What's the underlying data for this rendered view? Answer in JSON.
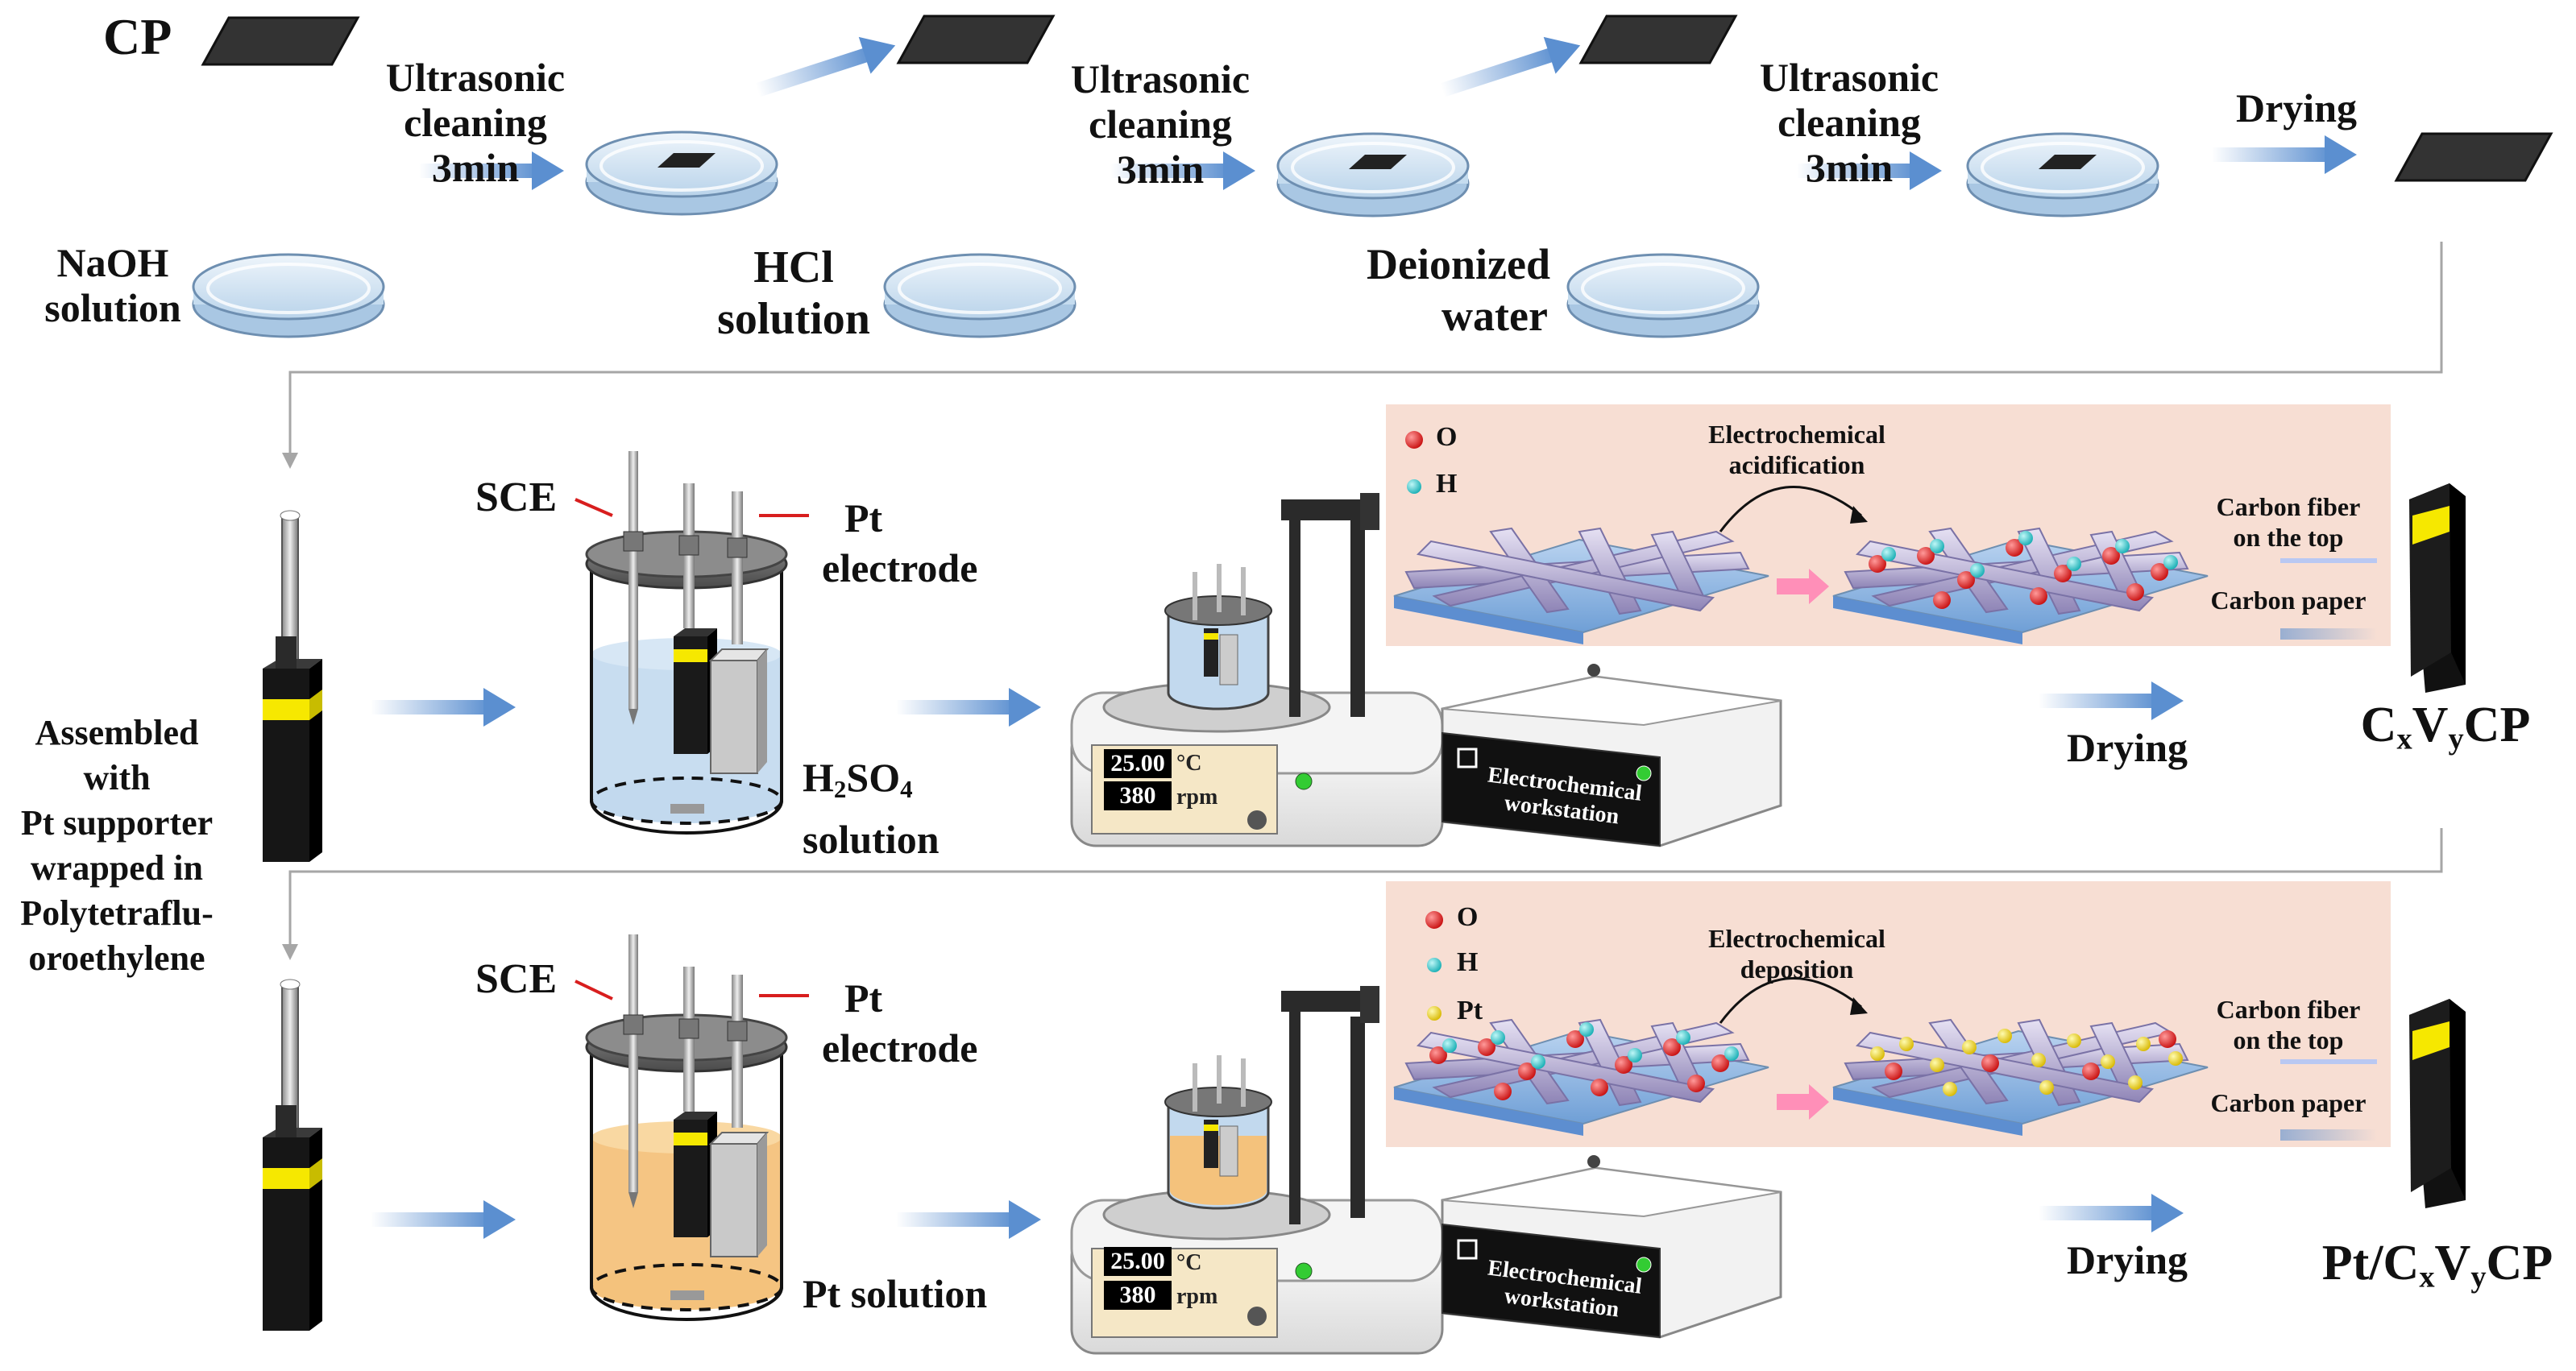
{
  "top": {
    "cp": "CP",
    "step1": [
      "Ultrasonic",
      "cleaning",
      "3min"
    ],
    "step2": [
      "Ultrasonic",
      "cleaning",
      "3min"
    ],
    "step3": [
      "Ultrasonic",
      "cleaning",
      "3min"
    ],
    "drying": "Drying",
    "naoh": [
      "NaOH",
      "solution"
    ],
    "hcl": [
      "HCl",
      "solution"
    ],
    "water": [
      "Deionized",
      "water"
    ]
  },
  "middle": {
    "sce": "SCE",
    "pt_electrode": [
      "Pt",
      "electrode"
    ],
    "h2so4": [
      "H",
      "2",
      "SO",
      "4",
      "solution"
    ],
    "display_temp": "25.00",
    "display_rpm": "380",
    "unit_temp": "°C",
    "unit_rpm": "rpm",
    "workstation": [
      "Electrochemical",
      "workstation"
    ],
    "panel_title": [
      "Electrochemical",
      "acidification"
    ],
    "legend_o": "O",
    "legend_h": "H",
    "fiber": [
      "Carbon fiber",
      "on the top"
    ],
    "paper": "Carbon paper",
    "drying": "Drying",
    "product": [
      "C",
      "x",
      "V",
      "y",
      "CP"
    ]
  },
  "side": [
    "Assembled",
    "with",
    "Pt supporter",
    "wrapped in",
    "Polytetraflu-",
    "oroethylene"
  ],
  "bottom": {
    "sce": "SCE",
    "pt_electrode": [
      "Pt",
      "electrode"
    ],
    "pt_solution": "Pt solution",
    "display_temp": "25.00",
    "display_rpm": "380",
    "unit_temp": "°C",
    "unit_rpm": "rpm",
    "workstation": [
      "Electrochemical",
      "workstation"
    ],
    "panel_title": [
      "Electrochemical",
      "deposition"
    ],
    "legend_o": "O",
    "legend_h": "H",
    "legend_pt": "Pt",
    "fiber": [
      "Carbon fiber",
      "on the top"
    ],
    "paper": "Carbon paper",
    "drying": "Drying",
    "product": [
      "Pt/C",
      "x",
      "V",
      "y",
      "CP"
    ]
  },
  "colors": {
    "arrow": "#5b8fd0",
    "panel_bg": "#f7ded3",
    "oxygen": "#d81e1e",
    "hydrogen": "#2ec8c8",
    "platinum": "#f2dc1a",
    "acid": "#c2d9ee",
    "pt_solution": "#f4c27c",
    "tape": "#f6e800"
  }
}
